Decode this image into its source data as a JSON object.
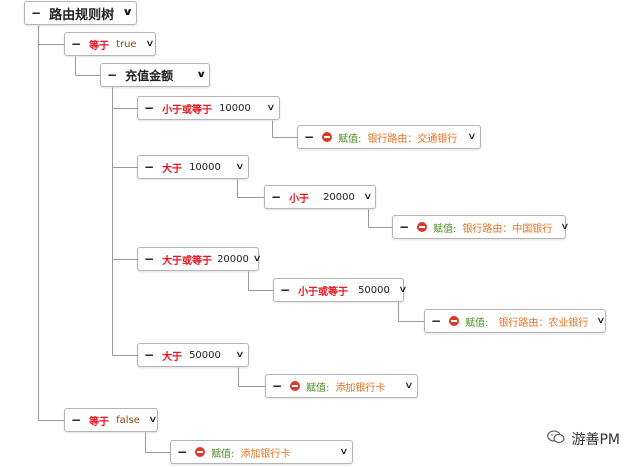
{
  "colors": {
    "operator": "#e8141e",
    "literal": "#8c4a10",
    "assign_label": "#4a8a1c",
    "assign_value": "#e8711e",
    "line": "#9a9a9a",
    "stop_icon": "#d93a2b"
  },
  "tree": {
    "root": {
      "label": "路由规则树",
      "collapse": "−",
      "expand_icon": "chevron-down"
    },
    "branch_true": {
      "operator": "等于",
      "value": "true",
      "field": {
        "label": "充值金额"
      },
      "conditions": [
        {
          "operator": "小于或等于",
          "value": "10000",
          "action": {
            "label": "赋值:",
            "value": "银行路由：交通银行"
          }
        },
        {
          "operator": "大于",
          "value": "10000",
          "sub": {
            "operator": "小于",
            "value": "20000",
            "action": {
              "label": "赋值:",
              "value": "银行路由：中国银行"
            }
          }
        },
        {
          "operator": "大于或等于",
          "value": "20000",
          "sub": {
            "operator": "小于或等于",
            "value": "50000",
            "action": {
              "label": "赋值:",
              "value": "银行路由：农业银行"
            }
          }
        },
        {
          "operator": "大于",
          "value": "50000",
          "action": {
            "label": "赋值:",
            "value": "添加银行卡"
          }
        }
      ]
    },
    "branch_false": {
      "operator": "等于",
      "value": "false",
      "action": {
        "label": "赋值:",
        "value": "添加银行卡"
      }
    }
  },
  "watermark": {
    "text": "游善PM",
    "icon": "wechat-icon"
  }
}
